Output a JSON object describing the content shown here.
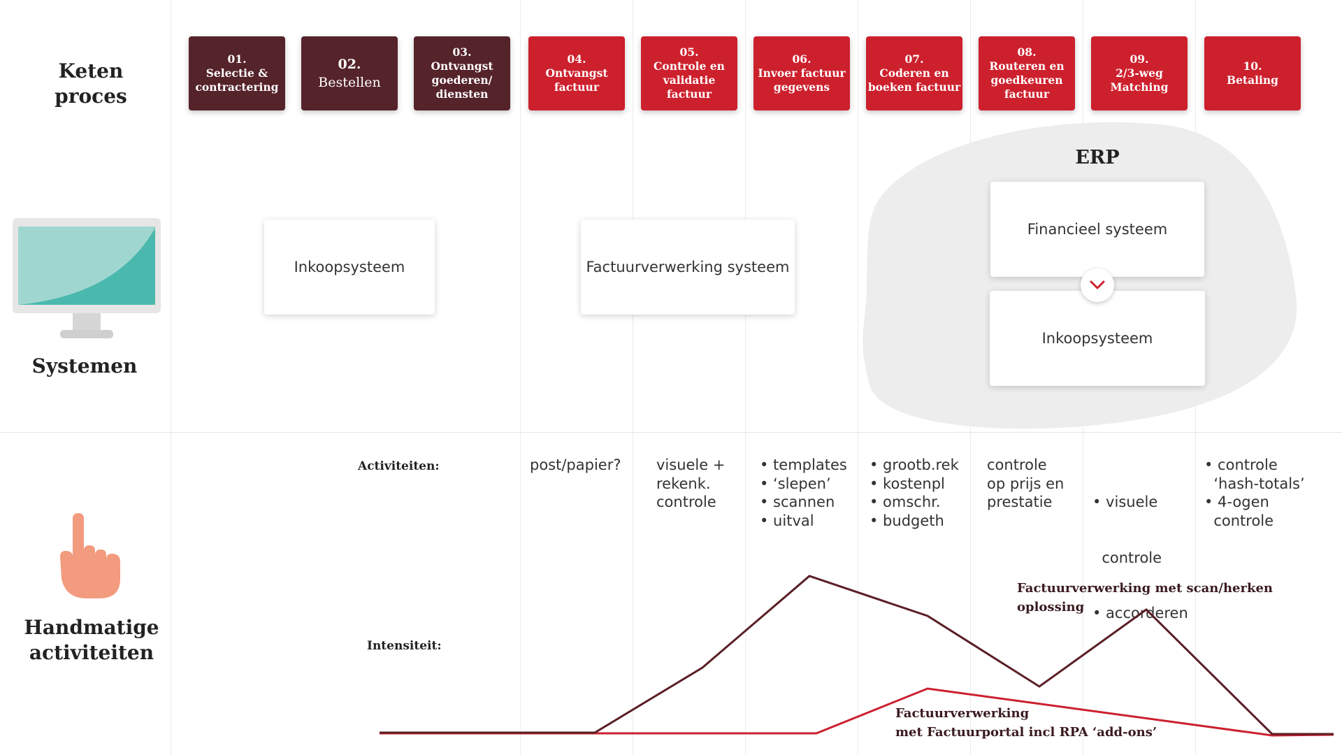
{
  "row_labels": {
    "process": "Keten proces",
    "systems": "Systemen",
    "manual": [
      "Handmatige",
      "activiteiten"
    ]
  },
  "steps": [
    {
      "num": "01.",
      "text": [
        "Selectie &",
        "contractering"
      ],
      "color": "#55232a"
    },
    {
      "num": "02.",
      "text": [
        "Bestellen"
      ],
      "color": "#55232a"
    },
    {
      "num": "03.",
      "text": [
        "Ontvangst",
        "goederen/",
        "diensten"
      ],
      "color": "#55232a"
    },
    {
      "num": "04.",
      "text": [
        "Ontvangst",
        "factuur"
      ],
      "color": "#cd202d"
    },
    {
      "num": "05.",
      "text": [
        "Controle en",
        "validatie",
        "factuur"
      ],
      "color": "#cd202d"
    },
    {
      "num": "06.",
      "text": [
        "Invoer factuur",
        "gegevens"
      ],
      "color": "#cd202d"
    },
    {
      "num": "07.",
      "text": [
        "Coderen en",
        "boeken factuur"
      ],
      "color": "#cd202d"
    },
    {
      "num": "08.",
      "text": [
        "Routeren en",
        "goedkeuren",
        "factuur"
      ],
      "color": "#cd202d"
    },
    {
      "num": "09.",
      "text": [
        "2/3-weg",
        "Matching"
      ],
      "color": "#cd202d"
    },
    {
      "num": "10.",
      "text": [
        "Betaling"
      ],
      "color": "#cd202d"
    }
  ],
  "systems": {
    "purchase": "Inkoopsysteem",
    "invoice": "Factuurverwerking systeem",
    "erp_title": "ERP",
    "erp_financial": "Financieel systeem",
    "erp_purchase": "Inkoopsysteem"
  },
  "activities_label": "Activiteiten:",
  "intensity_label": "Intensiteit:",
  "activities": [
    {
      "lines": [
        "post/papier?"
      ]
    },
    {
      "lines": [
        "visuele +",
        "rekenk.",
        "controle"
      ]
    },
    {
      "lines": [
        "• templates",
        "• ‘slepen’",
        "• scannen",
        "• uitval"
      ]
    },
    {
      "lines": [
        "• grootb.rek",
        "• kostenpl",
        "• omschr.",
        "• budgeth"
      ]
    },
    {
      "lines": [
        "controle",
        "op prijs en",
        "prestatie"
      ]
    },
    {
      "lines": [
        "• visuele",
        "  controle",
        "• accorderen"
      ]
    },
    {
      "lines": [
        "• controle",
        "  ‘hash-totals’",
        "• 4-ogen",
        "  controle"
      ]
    }
  ],
  "lines": {
    "scan_label": "Factuurverwerking met scan/herken oplossing",
    "portal_label": [
      "Factuurverwerking",
      "met Factuurportal incl RPA ‘add-ons’"
    ]
  },
  "colors": {
    "dark": "#55232a",
    "red": "#cd202d",
    "line_dark": "#5a1f26",
    "line_red": "#cc2030"
  },
  "icons": [
    "monitor-icon",
    "hand-pointer-icon",
    "chevron-down-icon"
  ]
}
